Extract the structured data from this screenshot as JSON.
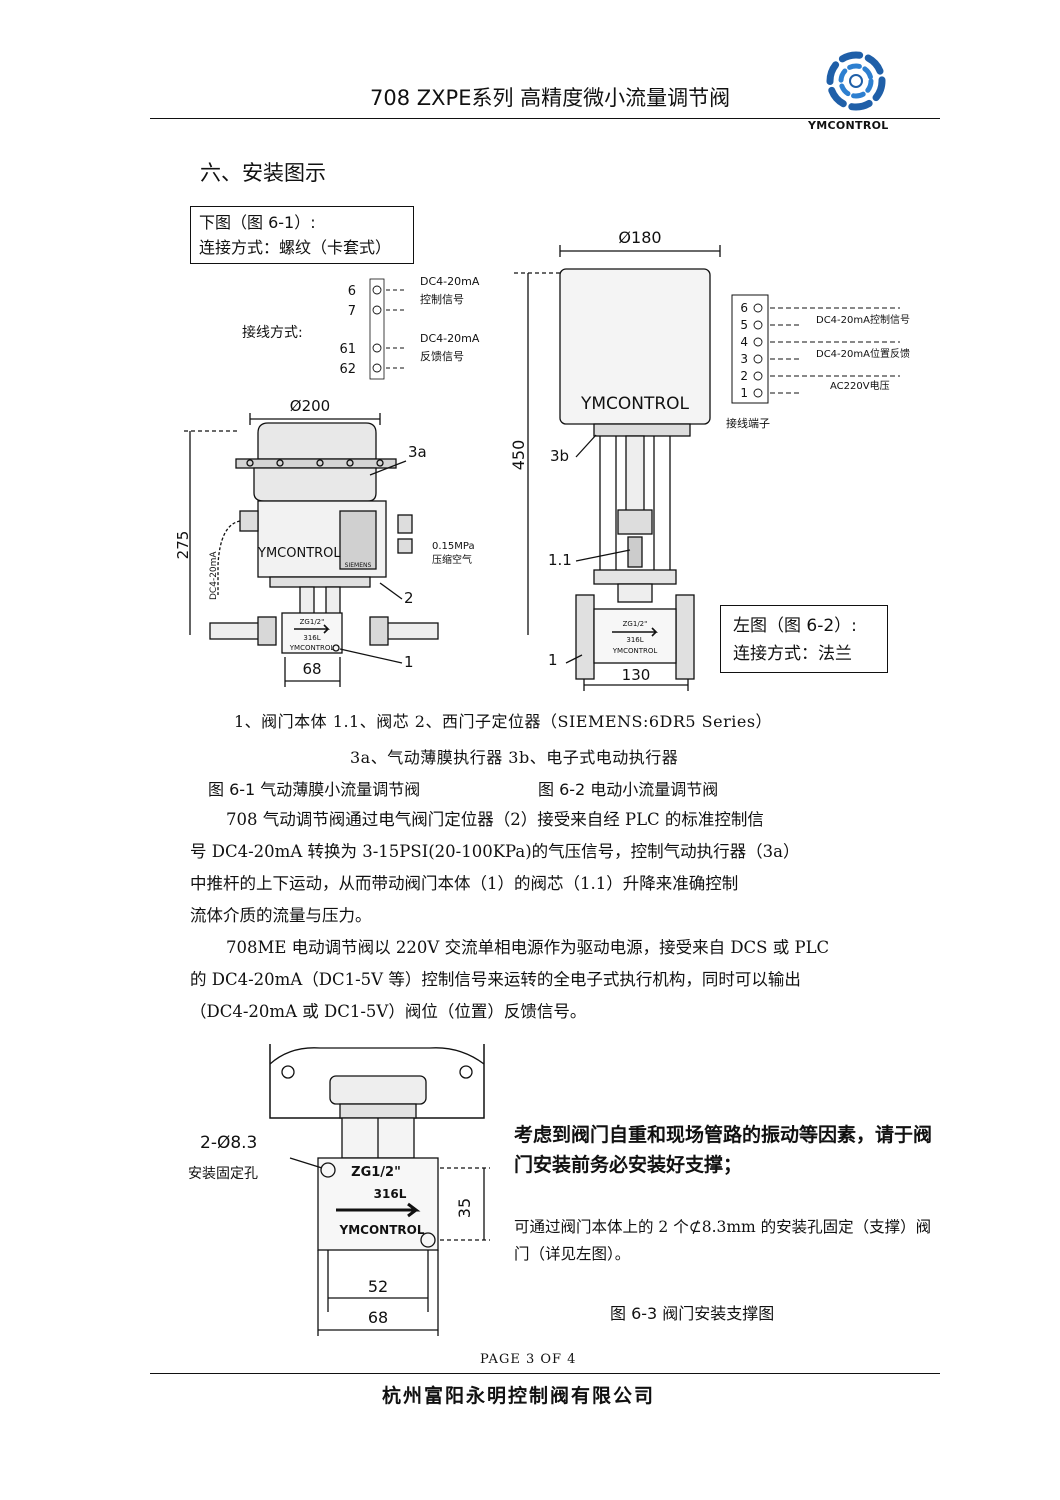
{
  "header": {
    "title": "708 ZXPE系列  高精度微小流量调节阀",
    "brand": "YMCONTROL"
  },
  "section_title": "六、安装图示",
  "fig1": {
    "box_line1": "下图（图 6-1）:",
    "box_line2": "连接方式：螺纹（卡套式）",
    "wiring_label": "接线方式:",
    "terminals": [
      "6",
      "7",
      "61",
      "62"
    ],
    "signal1": "DC4-20mA",
    "signal1_desc": "控制信号",
    "signal2": "DC4-20mA",
    "signal2_desc": "反馈信号",
    "dim_width": "Ø200",
    "dim_height": "275",
    "dim_base": "68",
    "side_signal": "DC4-20mA",
    "brand": "YMCONTROL",
    "positioner_brand": "SIEMENS",
    "air_line1": "0.15MPa",
    "air_line2": "压缩空气",
    "valve_thread": "ZG1/2\"",
    "valve_material": "316L",
    "valve_brand": "YMCONTROL",
    "callout_3a": "3a",
    "callout_2": "2",
    "callout_1": "1"
  },
  "fig2": {
    "dim_width": "Ø180",
    "dim_height": "450",
    "dim_base": "130",
    "brand": "YMCONTROL",
    "callout_3b": "3b",
    "callout_11": "1.1",
    "callout_1": "1",
    "valve_thread": "ZG1/2\"",
    "valve_material": "316L",
    "valve_brand": "YMCONTROL",
    "terminals": [
      "6",
      "5",
      "4",
      "3",
      "2",
      "1"
    ],
    "signal_ctrl": "DC4-20mA控制信号",
    "signal_fb": "DC4-20mA位置反馈",
    "power": "AC220V电压",
    "terminal_label": "接线端子",
    "box_line1": "左图（图 6-2）:",
    "box_line2": "连接方式：法兰"
  },
  "legend": {
    "line1": "1、阀门本体  1.1、阀芯  2、西门子定位器（SIEMENS:6DR5 Series）",
    "line2": "3a、气动薄膜执行器  3b、电子式电动执行器"
  },
  "captions": {
    "fig1": "图 6-1 气动薄膜小流量调节阀",
    "fig2": "图 6-2 电动小流量调节阀"
  },
  "paragraph1": [
    "708 气动调节阀通过电气阀门定位器（2）接受来自经 PLC 的标准控制信",
    "号 DC4-20mA 转换为 3-15PSI(20-100KPa)的气压信号，控制气动执行器（3a）",
    "中推杆的上下运动，从而带动阀门本体（1）的阀芯（1.1）升降来准确控制",
    "流体介质的流量与压力。"
  ],
  "paragraph2": [
    "708ME 电动调节阀以 220V 交流单相电源作为驱动电源，接受来自 DCS 或 PLC",
    "的 DC4-20mA（DC1-5V 等）控制信号来运转的全电子式执行机构，同时可以输出",
    "（DC4-20mA 或 DC1-5V）阀位（位置）反馈信号。"
  ],
  "fig3": {
    "hole_spec": "2-Ø8.3",
    "hole_label": "安装固定孔",
    "valve_thread": "ZG1/2\"",
    "valve_material": "316L",
    "valve_brand": "YMCONTROL",
    "dim_height": "35",
    "dim_inner": "52",
    "dim_outer": "68",
    "bold_text": "考虑到阀门自重和现场管路的振动等因素，请于阀门安装前务必安装好支撑；",
    "body_text": "可通过阀门本体上的 2 个⊄8.3mm 的安装孔固定（支撑）阀门（详见左图）。",
    "caption": "图 6-3 阀门安装支撑图"
  },
  "footer": {
    "page": "PAGE   3   OF   4",
    "company": "杭州富阳永明控制阀有限公司"
  }
}
